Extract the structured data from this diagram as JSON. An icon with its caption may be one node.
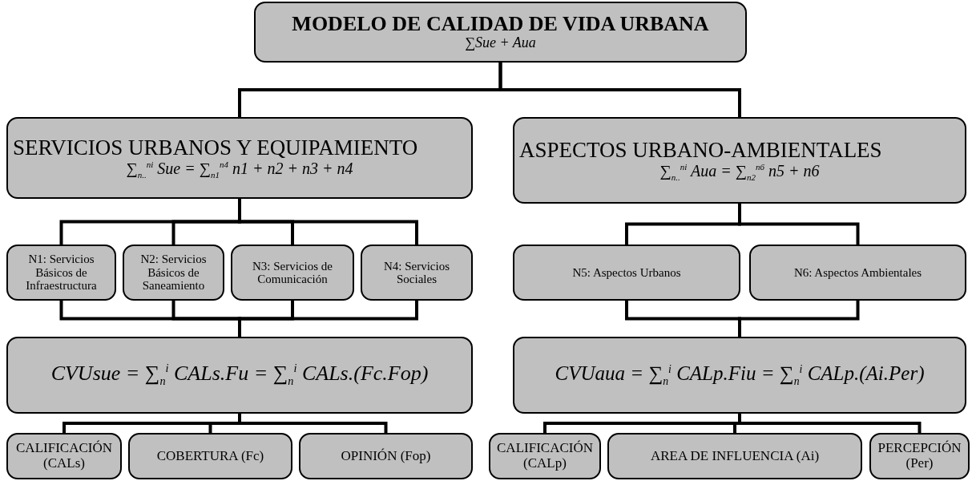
{
  "diagram": {
    "nodes": [
      {
        "text": [
          "MODELO DE CALIDAD DE VIDA URBANA",
          "∑Sue + Aua"
        ]
      },
      {
        "text": [
          "SERVICIOS URBANOS Y EQUIPAMIENTO",
          "∑$_{n..}$$^{ni}$ Sue = ∑$_{n1}$$^{n4}$ n1 + n2 + n3 + n4"
        ]
      },
      {
        "text": [
          "ASPECTOS URBANO-AMBIENTALES",
          "∑$_{n..}$$^{ni}$ Aua = ∑$_{n2}$$^{n6}$ n5 + n6"
        ]
      },
      {
        "text": [
          "N1: Servicios Básicos de Infraestructura"
        ]
      },
      {
        "text": [
          "N2: Servicios Básicos de Saneamiento"
        ]
      },
      {
        "text": [
          "N3: Servicios de Comunicación"
        ]
      },
      {
        "text": [
          "N4: Servicios Sociales"
        ]
      },
      {
        "text": [
          "N5: Aspectos Urbanos"
        ]
      },
      {
        "text": [
          "N6: Aspectos Ambientales"
        ]
      },
      {
        "text": [
          "CVUsue = ∑$_{n}$$^{i}$ CALs.Fu = ∑$_{n}$$^{i}$ CALs.(Fc.Fop)"
        ]
      },
      {
        "text": [
          "CVUaua = ∑$_{n}$$^{i}$ CALp.Fiu = ∑$_{n}$$^{i}$ CALp.(Ai.Per)"
        ]
      },
      {
        "text": [
          "CALIFICACIÓN (CALs)"
        ]
      },
      {
        "text": [
          "COBERTURA (Fc)"
        ]
      },
      {
        "text": [
          "OPINIÓN (Fop)"
        ]
      },
      {
        "text": [
          "CALIFICACIÓN (CALp)"
        ]
      },
      {
        "text": [
          "AREA DE INFLUENCIA (Ai)"
        ]
      },
      {
        "text": [
          "PERCEPCIÓN (Per)"
        ]
      }
    ],
    "edges": [
      {
        "from": 0,
        "to": 1,
        "arrow": "none"
      },
      {
        "from": 0,
        "to": 2,
        "arrow": "none"
      },
      {
        "from": 1,
        "to": 3,
        "arrow": "none"
      },
      {
        "from": 1,
        "to": 4,
        "arrow": "none"
      },
      {
        "from": 1,
        "to": 5,
        "arrow": "none"
      },
      {
        "from": 1,
        "to": 6,
        "arrow": "none"
      },
      {
        "from": 2,
        "to": 7,
        "arrow": "none"
      },
      {
        "from": 2,
        "to": 8,
        "arrow": "none"
      },
      {
        "from": 3,
        "to": 9,
        "arrow": "none"
      },
      {
        "from": 4,
        "to": 9,
        "arrow": "none"
      },
      {
        "from": 5,
        "to": 9,
        "arrow": "none"
      },
      {
        "from": 6,
        "to": 9,
        "arrow": "none"
      },
      {
        "from": 7,
        "to": 10,
        "arrow": "none"
      },
      {
        "from": 8,
        "to": 10,
        "arrow": "none"
      },
      {
        "from": 9,
        "to": 11,
        "arrow": "none"
      },
      {
        "from": 9,
        "to": 12,
        "arrow": "none"
      },
      {
        "from": 9,
        "to": 13,
        "arrow": "none"
      },
      {
        "from": 10,
        "to": 14,
        "arrow": "none"
      },
      {
        "from": 10,
        "to": 15,
        "arrow": "none"
      },
      {
        "from": 10,
        "to": 16,
        "arrow": "none"
      }
    ]
  }
}
